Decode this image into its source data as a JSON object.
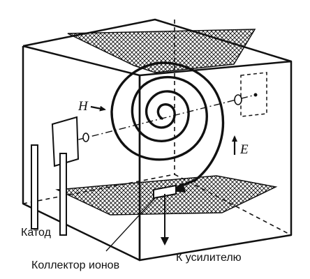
{
  "colors": {
    "ink": "#111111",
    "background": "#ffffff"
  },
  "labels": {
    "cathode": "Катод",
    "ion_collector": "Коллектор ионов",
    "to_amplifier": "К усилителю",
    "magnetic_field": "H",
    "electric_field": "E"
  }
}
